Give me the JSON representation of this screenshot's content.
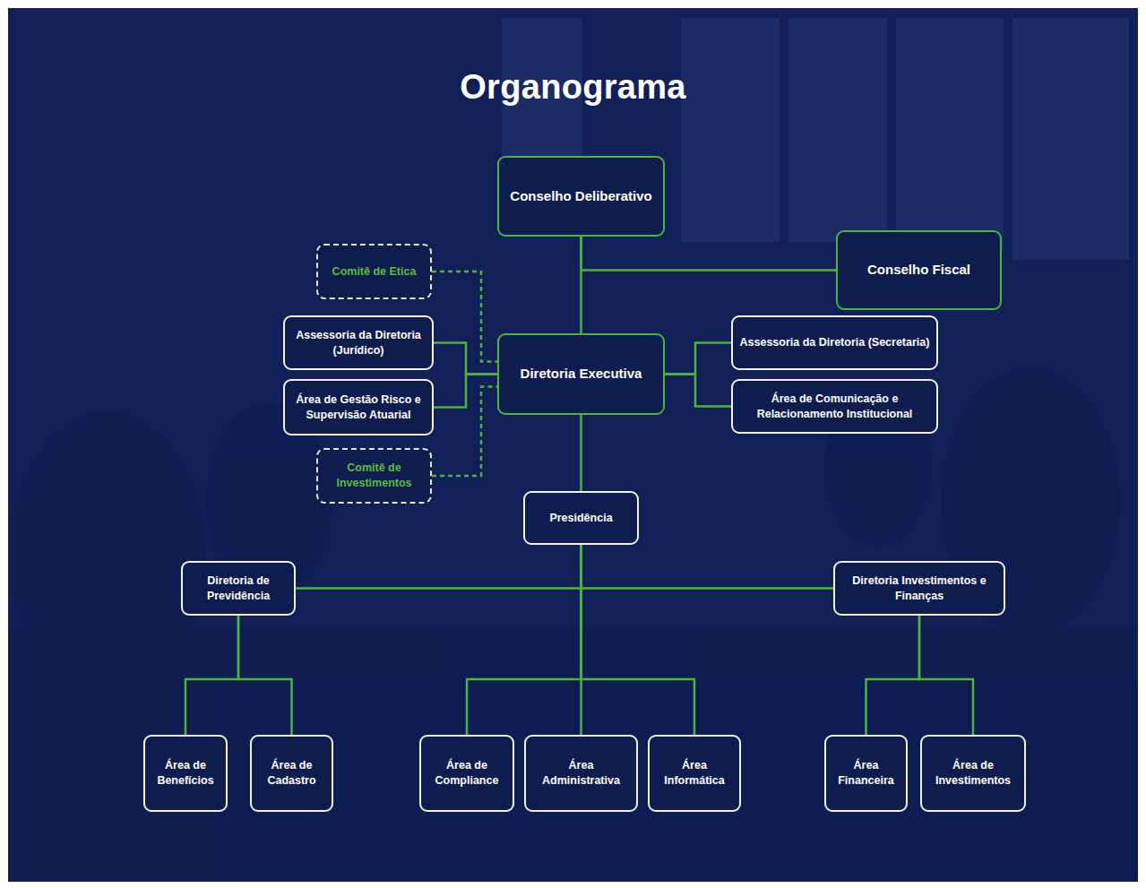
{
  "diagram": {
    "title": "Organograma",
    "nodes": [
      {
        "text": [
          "Conselho Deliberativo"
        ]
      },
      {
        "text": [
          "Comitê de Etica"
        ]
      },
      {
        "text": [
          "Conselho Fiscal"
        ]
      },
      {
        "text": [
          "Assessoria da Diretoria (Jurídico)"
        ]
      },
      {
        "text": [
          "Diretoria Executiva"
        ]
      },
      {
        "text": [
          "Assessoria da Diretoria (Secretaria)"
        ]
      },
      {
        "text": [
          "Área de Gestão Risco e Supervisão Atuarial"
        ]
      },
      {
        "text": [
          "Área de Comunicação e Relacionamento Institucional"
        ]
      },
      {
        "text": [
          "Comitê de Investimentos"
        ]
      },
      {
        "text": [
          "Presidência"
        ]
      },
      {
        "text": [
          "Diretoria de Previdência"
        ]
      },
      {
        "text": [
          "Diretoria Investimentos e Finanças"
        ]
      },
      {
        "text": [
          "Área de Benefícios"
        ]
      },
      {
        "text": [
          "Área de Cadastro"
        ]
      },
      {
        "text": [
          "Área de Compliance"
        ]
      },
      {
        "text": [
          "Área Administrativa"
        ]
      },
      {
        "text": [
          "Área Informática"
        ]
      },
      {
        "text": [
          "Área Financeira"
        ]
      },
      {
        "text": [
          "Área de Investimentos"
        ]
      }
    ],
    "edges": [
      {
        "from": 0,
        "to": 4,
        "arrow": "none"
      },
      {
        "from": 0,
        "to": 2,
        "arrow": "none"
      },
      {
        "from": 1,
        "to": 4,
        "arrow": "none"
      },
      {
        "from": 3,
        "to": 4,
        "arrow": "none"
      },
      {
        "from": 6,
        "to": 4,
        "arrow": "none"
      },
      {
        "from": 8,
        "to": 4,
        "arrow": "none"
      },
      {
        "from": 4,
        "to": 5,
        "arrow": "none"
      },
      {
        "from": 4,
        "to": 7,
        "arrow": "none"
      },
      {
        "from": 4,
        "to": 9,
        "arrow": "none"
      },
      {
        "from": 9,
        "to": 10,
        "arrow": "none"
      },
      {
        "from": 9,
        "to": 11,
        "arrow": "none"
      },
      {
        "from": 10,
        "to": 12,
        "arrow": "none"
      },
      {
        "from": 10,
        "to": 13,
        "arrow": "none"
      },
      {
        "from": 9,
        "to": 14,
        "arrow": "none"
      },
      {
        "from": 9,
        "to": 15,
        "arrow": "none"
      },
      {
        "from": 9,
        "to": 16,
        "arrow": "none"
      },
      {
        "from": 11,
        "to": 17,
        "arrow": "none"
      },
      {
        "from": 11,
        "to": 18,
        "arrow": "none"
      }
    ]
  }
}
